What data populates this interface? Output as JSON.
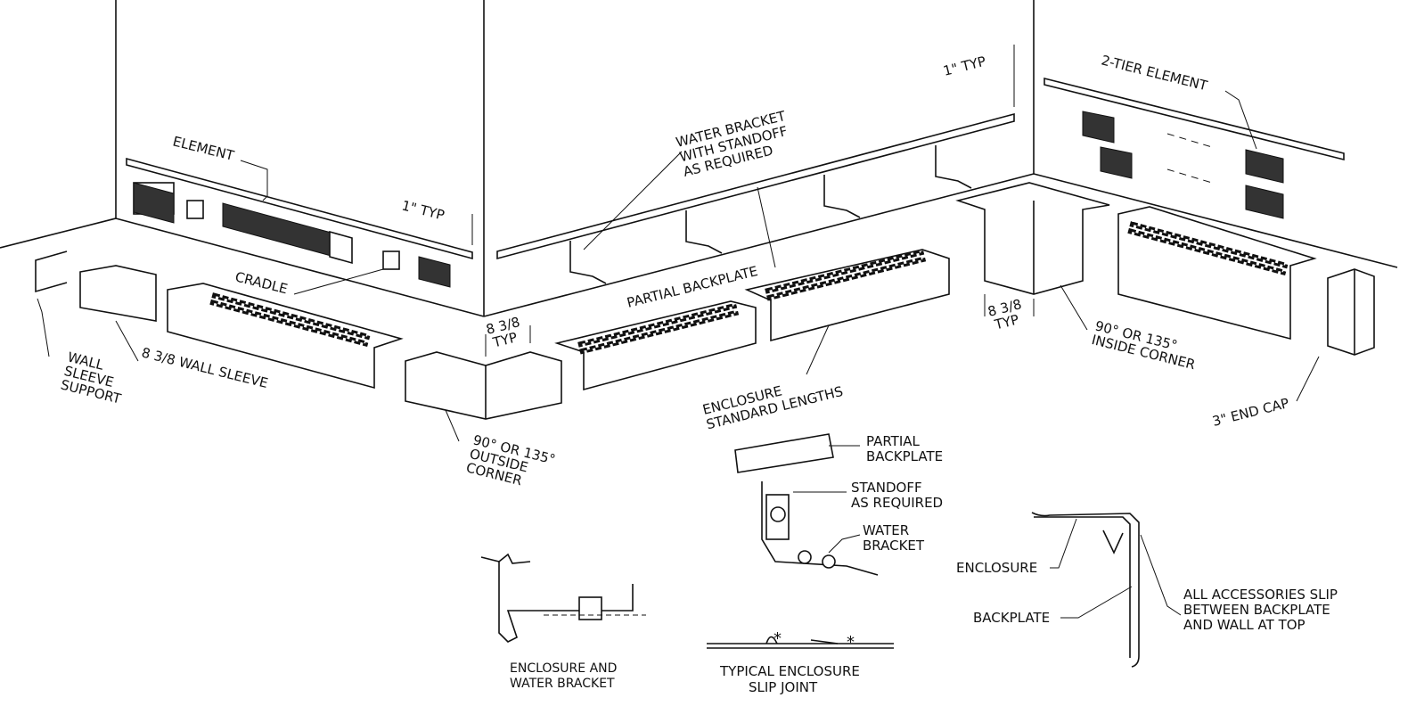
{
  "labels": {
    "element": "ELEMENT",
    "typ_1_left": "1\" TYP",
    "typ_1_right": "1\" TYP",
    "water_bracket_1": "WATER BRACKET",
    "water_bracket_2": "WITH STANDOFF",
    "water_bracket_3": "AS REQUIRED",
    "two_tier": "2-TIER ELEMENT",
    "cradle": "CRADLE",
    "partial_backplate": "PARTIAL BACKPLATE",
    "wall_sleeve_support_1": "WALL",
    "wall_sleeve_support_2": "SLEEVE",
    "wall_sleeve_support_3": "SUPPORT",
    "wall_sleeve": "8 3/8 WALL SLEEVE",
    "typ_838_left_1": "8 3/8",
    "typ_838_left_2": "TYP",
    "typ_838_right_1": "8 3/8",
    "typ_838_right_2": "TYP",
    "outside_corner_1": "90° OR 135°",
    "outside_corner_2": "OUTSIDE",
    "outside_corner_3": "CORNER",
    "enclosure_lengths_1": "ENCLOSURE",
    "enclosure_lengths_2": "STANDARD LENGTHS",
    "inside_corner_1": "90° OR 135°",
    "inside_corner_2": "INSIDE CORNER",
    "end_cap": "3\" END CAP"
  },
  "detail_bracket": {
    "partial_backplate_1": "PARTIAL",
    "partial_backplate_2": "BACKPLATE",
    "standoff_1": "STANDOFF",
    "standoff_2": "AS REQUIRED",
    "water_bracket_1": "WATER",
    "water_bracket_2": "BRACKET"
  },
  "detail_slip": {
    "enclosure": "ENCLOSURE",
    "backplate": "BACKPLATE",
    "note_1": "ALL ACCESSORIES SLIP",
    "note_2": "BETWEEN BACKPLATE",
    "note_3": "AND WALL AT TOP"
  },
  "captions": {
    "enclosure_water_bracket_1": "ENCLOSURE AND",
    "enclosure_water_bracket_2": "WATER BRACKET",
    "slip_joint_1": "TYPICAL ENCLOSURE",
    "slip_joint_2": "SLIP JOINT"
  }
}
